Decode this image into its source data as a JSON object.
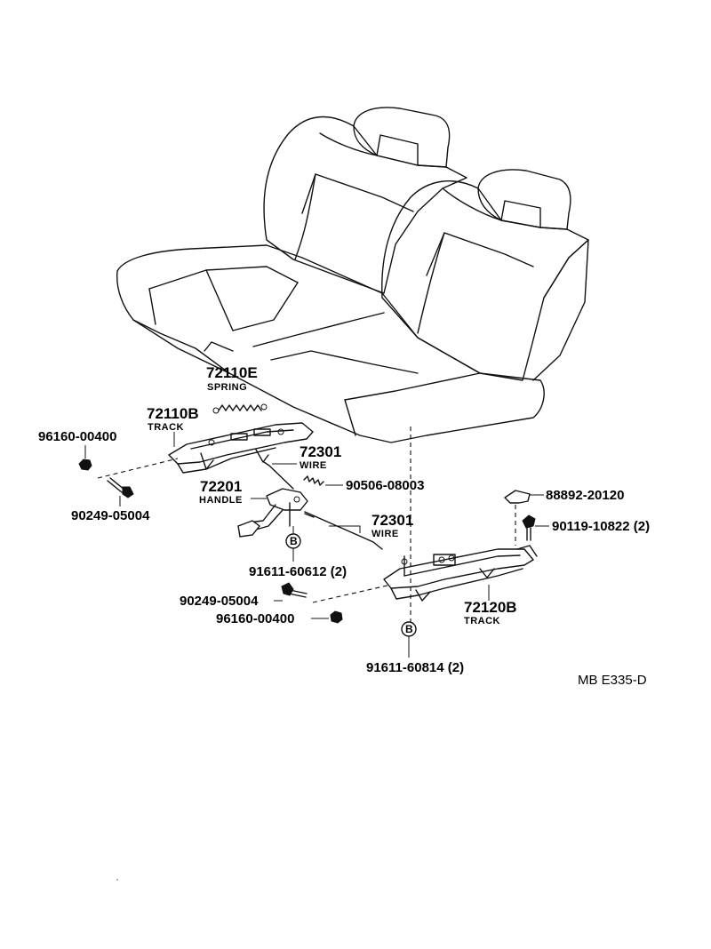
{
  "parts": {
    "spring_pn": "72110E",
    "spring_name": "SPRING",
    "track_left_pn": "72110B",
    "track_left_name": "TRACK",
    "nut_upper": "96160-00400",
    "bolt_upper": "90249-05004",
    "wire_upper_pn": "72301",
    "wire_upper_name": "WIRE",
    "spring_small": "90506-08003",
    "handle_pn": "72201",
    "handle_name": "HANDLE",
    "wire_lower_pn": "72301",
    "wire_lower_name": "WIRE",
    "screw_left": "91611-60612 (2)",
    "bolt_lower": "90249-05004",
    "nut_lower": "96160-00400",
    "bracket_pn": "88892-20120",
    "bolt_right": "90119-10822 (2)",
    "track_right_pn": "72120B",
    "track_right_name": "TRACK",
    "screw_right": "91611-60814 (2)"
  },
  "markers": {
    "left_b": "B",
    "right_b": "B"
  },
  "diagram_code": "MB  E335-D"
}
